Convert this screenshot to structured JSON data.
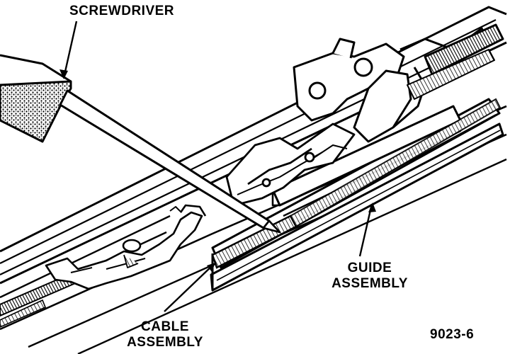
{
  "figure": {
    "background": "#ffffff",
    "ink": "#000000",
    "figure_number": "9023-6"
  },
  "callouts": {
    "screwdriver": "SCREWDRIVER",
    "guide_line1": "GUIDE",
    "guide_line2": "ASSEMBLY",
    "cable_line1": "CABLE",
    "cable_line2": "ASSEMBLY"
  }
}
